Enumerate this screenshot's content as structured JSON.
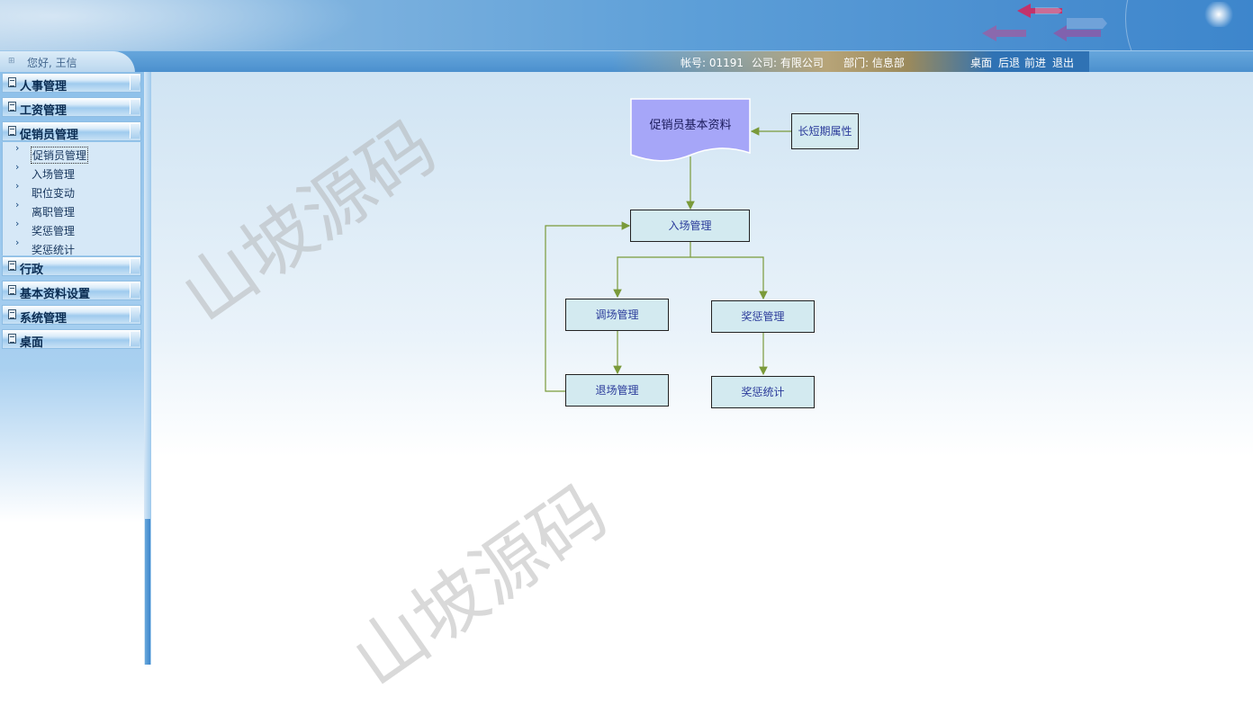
{
  "header": {
    "greeting": "您好, 王信",
    "account": "帐号: 01191",
    "company": "公司: 有限公司",
    "department": "部门: 信息部",
    "nav": [
      "桌面",
      "后退",
      "前进",
      "退出"
    ]
  },
  "sidebar": {
    "menus": [
      {
        "label": "人事管理"
      },
      {
        "label": "工资管理"
      },
      {
        "label": "促销员管理"
      },
      {
        "label": "行政"
      },
      {
        "label": "基本资料设置"
      },
      {
        "label": "系统管理"
      },
      {
        "label": "桌面"
      }
    ],
    "submenu": [
      {
        "label": "促销员管理",
        "active": true
      },
      {
        "label": "入场管理"
      },
      {
        "label": "职位变动"
      },
      {
        "label": "离职管理"
      },
      {
        "label": "奖惩管理"
      },
      {
        "label": "奖惩统计"
      }
    ]
  },
  "flow": {
    "doc": "促销员基本资料",
    "attr": "长短期属性",
    "entry": "入场管理",
    "transfer": "调场管理",
    "reward": "奖惩管理",
    "exit": "退场管理",
    "reward_stats": "奖惩统计"
  },
  "watermark": "山坡源码",
  "colors": {
    "arrow": "#7a9a3a",
    "box_fill": "#d3eaf0",
    "doc_fill": "#a6a6f8",
    "box_text": "#2a3a9a"
  }
}
